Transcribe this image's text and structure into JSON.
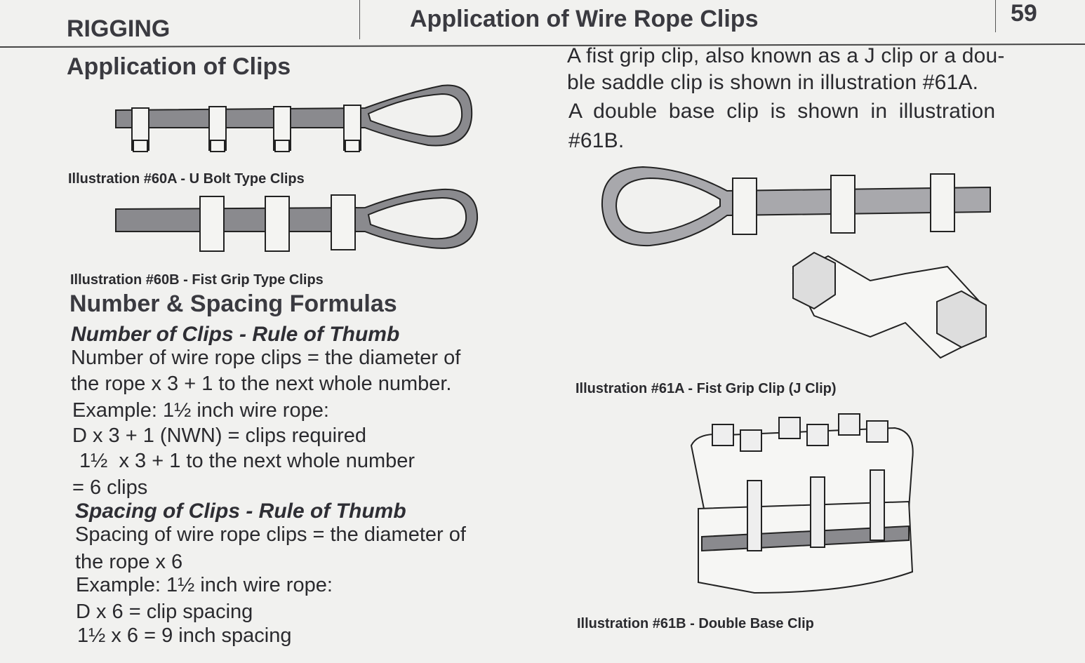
{
  "header": {
    "section": "RIGGING",
    "title": "Application of Wire Rope Clips",
    "page_number": "59"
  },
  "left": {
    "heading": "Application of Clips",
    "caption_60a": "Illustration #60A - U Bolt Type Clips",
    "caption_60b": "Illustration #60B - Fist Grip Type Clips",
    "formulas_heading": "Number & Spacing Formulas",
    "number_heading": "Number of Clips - Rule of Thumb",
    "number_lines": [
      "Number of wire rope clips = the diameter of",
      "the rope x 3 + 1 to the next whole number.",
      "Example: 1½ inch wire rope:",
      "D x 3 + 1 (NWN) = clips required",
      " 1½  x 3 + 1 to the next whole number",
      "= 6 clips"
    ],
    "spacing_heading": "Spacing of Clips - Rule of Thumb",
    "spacing_lines": [
      "Spacing of wire rope clips = the diameter of",
      "the rope x 6",
      "Example: 1½ inch wire rope:",
      "D x 6 = clip spacing",
      "1½ x 6 = 9 inch spacing"
    ]
  },
  "right": {
    "paragraph_lines": [
      "A fist grip clip, also known as a J clip or a dou-",
      "ble saddle clip is shown in illustration #61A.",
      "A double base clip is shown in illustration",
      "#61B."
    ],
    "caption_61a": "Illustration #61A - Fist Grip Clip (J Clip)",
    "caption_61b": "Illustration #61B - Double Base Clip"
  }
}
